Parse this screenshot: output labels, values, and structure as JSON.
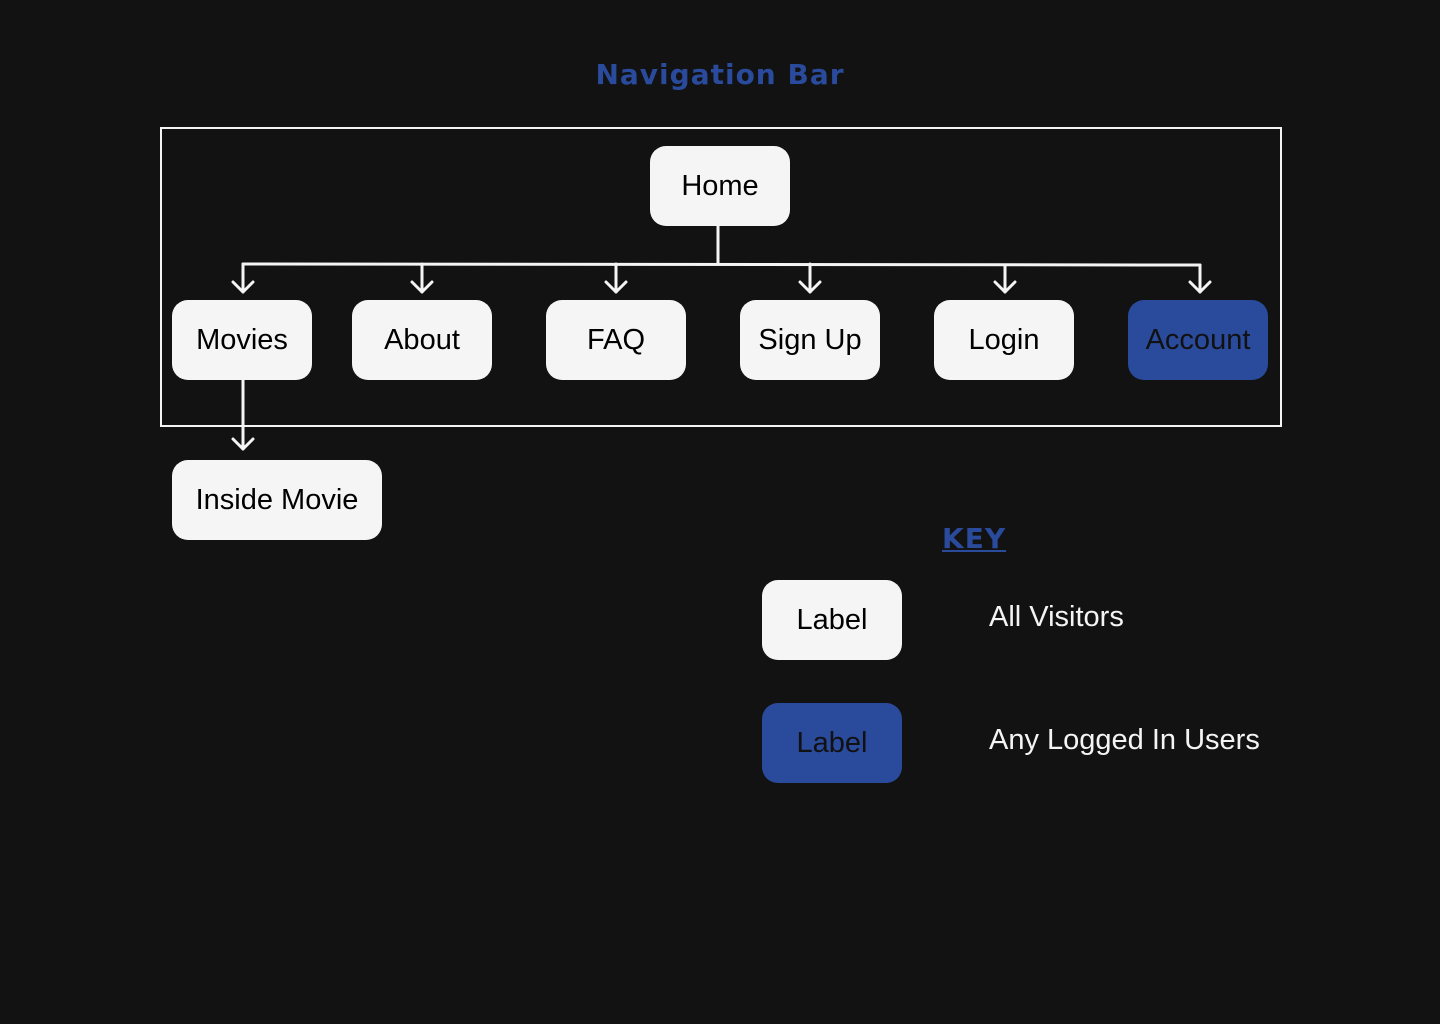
{
  "diagram": {
    "title": "Navigation Bar",
    "nodes": {
      "home": "Home",
      "movies": "Movies",
      "about": "About",
      "faq": "FAQ",
      "signup": "Sign Up",
      "login": "Login",
      "account": "Account",
      "inside_movie": "Inside Movie"
    },
    "edges": [
      [
        "Home",
        "Movies"
      ],
      [
        "Home",
        "About"
      ],
      [
        "Home",
        "FAQ"
      ],
      [
        "Home",
        "Sign Up"
      ],
      [
        "Home",
        "Login"
      ],
      [
        "Home",
        "Account"
      ],
      [
        "Movies",
        "Inside Movie"
      ]
    ]
  },
  "key": {
    "title": "KEY",
    "items": [
      {
        "swatch_label": "Label",
        "description": "All Visitors",
        "color": "#f5f5f5"
      },
      {
        "swatch_label": "Label",
        "description": "Any Logged In Users",
        "color": "#2a4a9c"
      }
    ]
  },
  "colors": {
    "background": "#121212",
    "accent": "#2a4a9c",
    "node_fill": "#f5f5f5",
    "line": "#f4f4f4"
  }
}
